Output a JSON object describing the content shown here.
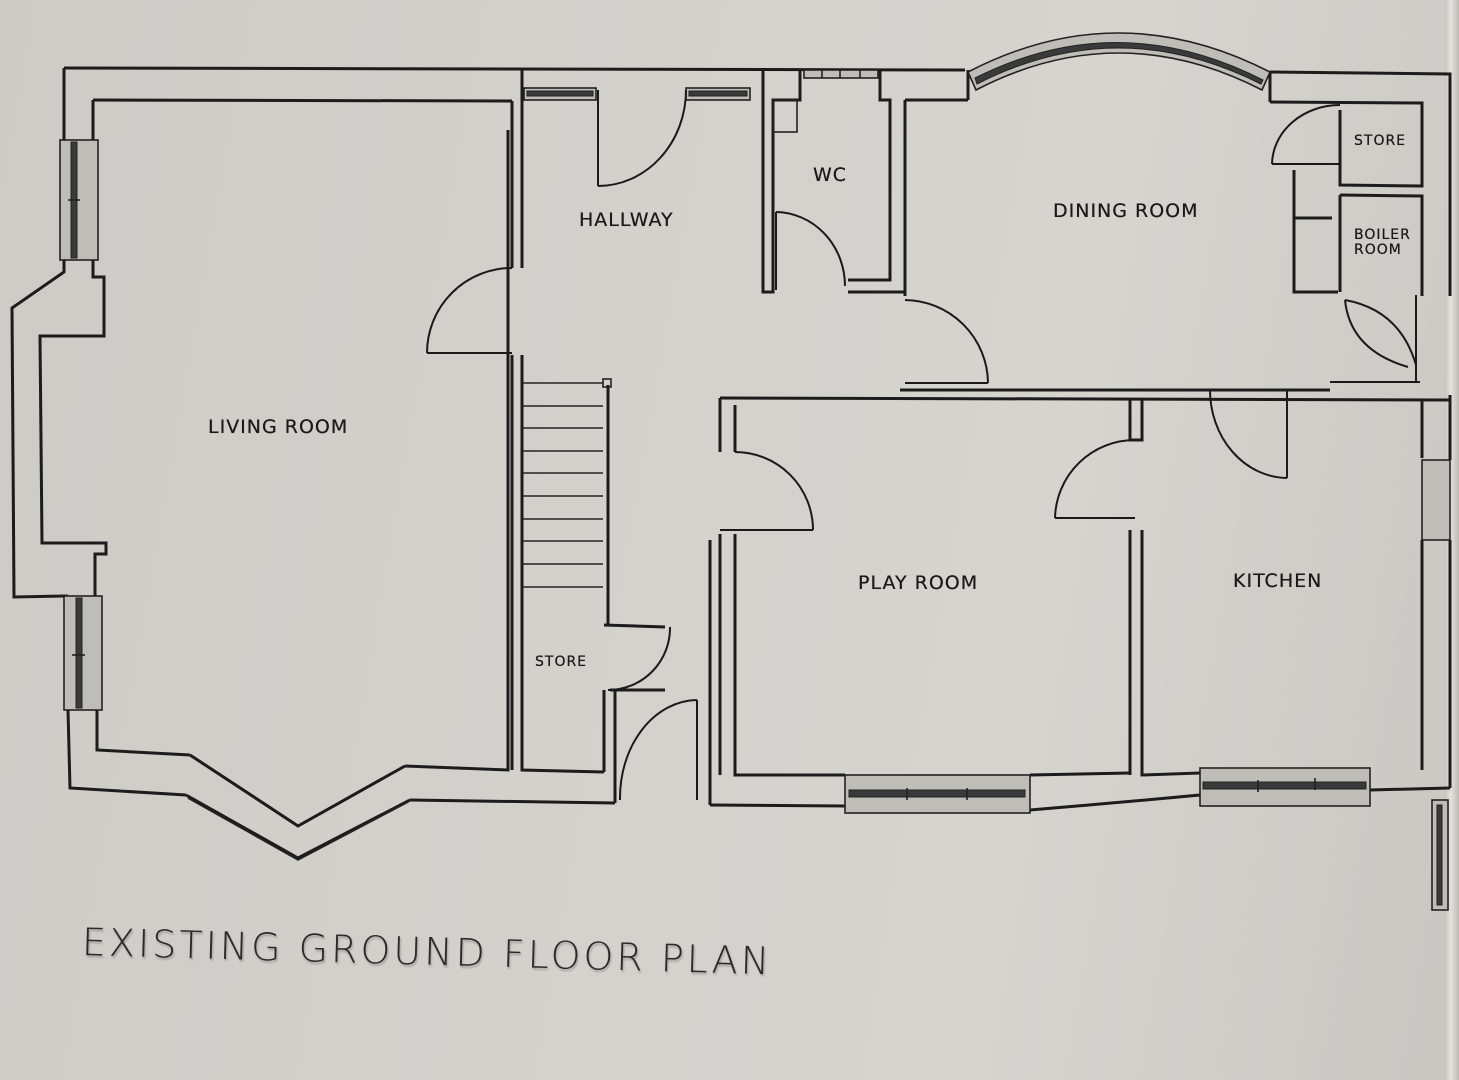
{
  "plan": {
    "title": "EXISTING GROUND FLOOR PLAN",
    "rooms": {
      "living_room": "LIVING ROOM",
      "hallway": "HALLWAY",
      "wc": "WC",
      "dining_room": "DINING ROOM",
      "store_top_right": "STORE",
      "boiler_room_line1": "BOILER",
      "boiler_room_line2": "ROOM",
      "play_room": "PLAY ROOM",
      "kitchen": "KITCHEN",
      "store_under_stairs": "STORE"
    },
    "stair_treads": 10,
    "colors": {
      "paper": "#d3d1cc",
      "ink": "#1c1c1c"
    }
  }
}
